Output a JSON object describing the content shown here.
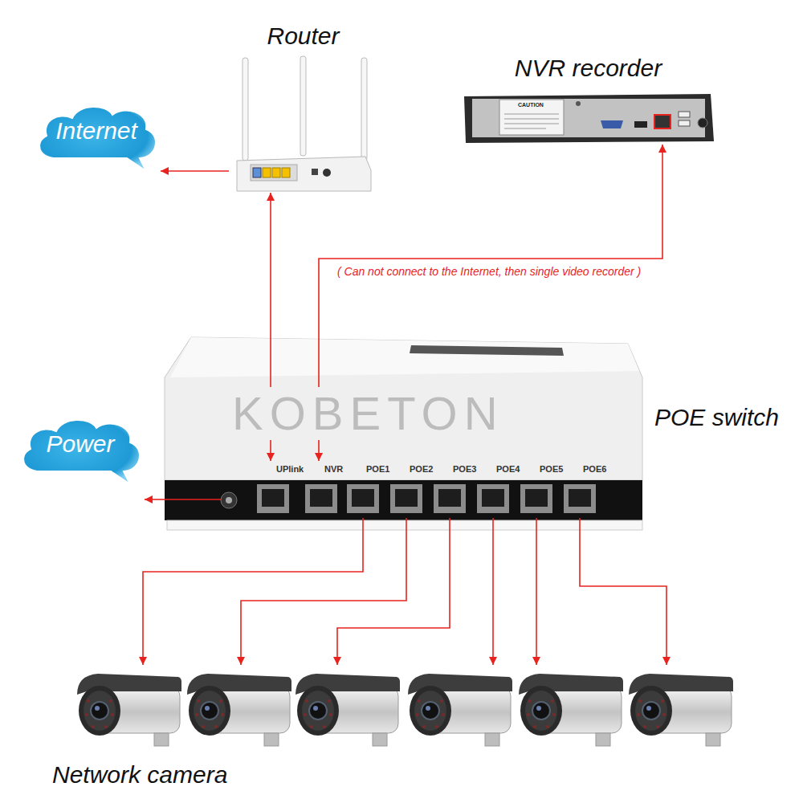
{
  "diagram": {
    "nodes": [
      {
        "text": [
          "Router"
        ]
      },
      {
        "text": [
          "NVR recorder"
        ]
      },
      {
        "text": [
          "Internet"
        ]
      },
      {
        "text": [
          "POE switch"
        ]
      },
      {
        "text": [
          "UPlink"
        ],
        "in": 3
      },
      {
        "text": [
          "NVR"
        ],
        "in": 3
      },
      {
        "text": [
          "POE1"
        ],
        "in": 3
      },
      {
        "text": [
          "POE2"
        ],
        "in": 3
      },
      {
        "text": [
          "POE3"
        ],
        "in": 3
      },
      {
        "text": [
          "POE4"
        ],
        "in": 3
      },
      {
        "text": [
          "POE5"
        ],
        "in": 3
      },
      {
        "text": [
          "POE6"
        ],
        "in": 3
      },
      {
        "text": [
          "Power"
        ]
      },
      {
        "text": [
          "Network camera"
        ]
      }
    ],
    "edges": [
      {
        "from": 0,
        "to": 2,
        "arrow": "to"
      },
      {
        "from": 0,
        "to": 4,
        "arrow": "both"
      },
      {
        "from": 1,
        "to": 5,
        "label": "( Can not connect to the Internet, then single video recorder )",
        "arrow": "both"
      },
      {
        "from": 6,
        "to": 13,
        "arrow": "to"
      },
      {
        "from": 7,
        "to": 13,
        "arrow": "to"
      },
      {
        "from": 8,
        "to": 13,
        "arrow": "to"
      },
      {
        "from": 9,
        "to": 13,
        "arrow": "to"
      },
      {
        "from": 10,
        "to": 13,
        "arrow": "to"
      },
      {
        "from": 11,
        "to": 13,
        "arrow": "to"
      },
      {
        "from": 3,
        "to": 12,
        "arrow": "to"
      }
    ],
    "labels": [
      "KOBETON",
      "CAUTION"
    ]
  }
}
